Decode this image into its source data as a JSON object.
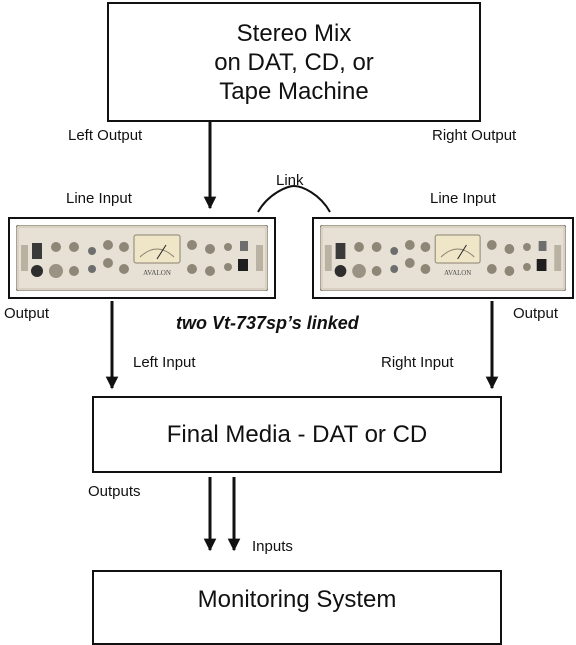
{
  "diagram": {
    "source_box": {
      "lines": [
        "Stereo Mix",
        "on DAT, CD, or",
        "Tape Machine"
      ]
    },
    "left_output_label": "Left Output",
    "right_output_label": "Right Output",
    "link_label": "Link",
    "left_line_input_label": "Line Input",
    "right_line_input_label": "Line Input",
    "left_unit_output_label": "Output",
    "right_unit_output_label": "Output",
    "units_caption": "two Vt-737sp’s linked",
    "unit_brand": "AVALON",
    "left_input_label": "Left Input",
    "right_input_label": "Right Input",
    "final_media_box": {
      "label": "Final Media - DAT or CD"
    },
    "outputs_label": "Outputs",
    "inputs_label": "Inputs",
    "monitoring_box": {
      "label": "Monitoring System"
    }
  }
}
